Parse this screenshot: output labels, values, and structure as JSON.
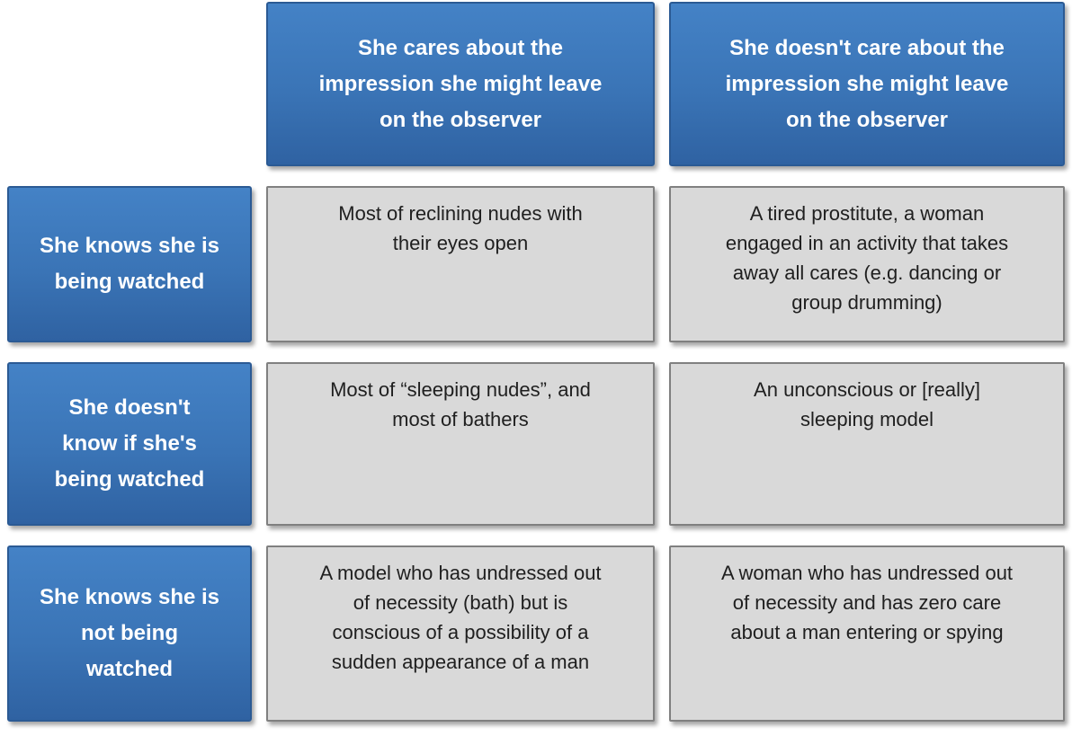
{
  "diagram": {
    "type": "matrix-table",
    "corner": "",
    "col_headers": [
      "She cares about the\nimpression she might leave\non the observer",
      "She doesn't care about the\nimpression she might leave\non the observer"
    ],
    "row_headers": [
      "She knows she is\nbeing watched",
      "She doesn't\nknow if she's\nbeing watched",
      "She knows she is\nnot being\nwatched"
    ],
    "rows": [
      {
        "cells": [
          "Most of reclining nudes with\ntheir eyes open",
          "A tired prostitute, a woman\nengaged in an activity that takes\naway all cares (e.g. dancing or\ngroup drumming)"
        ]
      },
      {
        "cells": [
          "Most of “sleeping nudes”, and\nmost of bathers",
          "An unconscious or [really]\nsleeping model"
        ]
      },
      {
        "cells": [
          "A model who  has undressed out\nof necessity (bath) but is\nconscious of a possibility of a\nsudden appearance of a man",
          "A woman who has undressed out\nof necessity and has zero care\nabout a man entering or spying"
        ]
      }
    ],
    "colors": {
      "header_fill_top": "#4482c6",
      "header_fill_bottom": "#2f62a2",
      "header_border": "#2b5a94",
      "header_text": "#ffffff",
      "cell_fill": "#d9d9d9",
      "cell_border": "#808080",
      "cell_text": "#1f1f1f",
      "background": "#ffffff"
    }
  }
}
